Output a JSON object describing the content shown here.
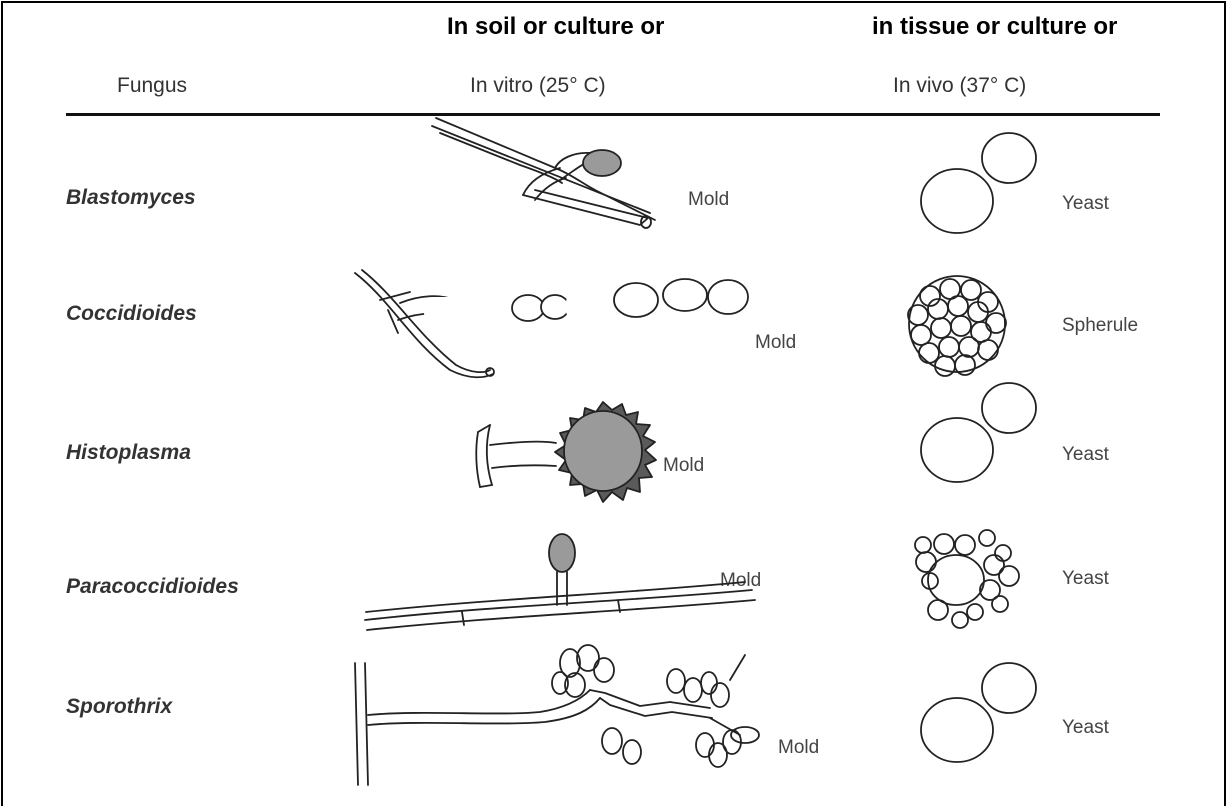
{
  "header": {
    "invitro_top": "In soil or culture or",
    "invivo_top": "in tissue or culture or",
    "col_fungus": "Fungus",
    "col_invitro": "In vitro (25° C)",
    "col_invivo": "In vivo (37° C)"
  },
  "rows": [
    {
      "fungus": "Blastomyces",
      "invitro_form": "Mold",
      "invivo_form": "Yeast"
    },
    {
      "fungus": "Coccidioides",
      "invitro_form": "Mold",
      "invivo_form": "Spherule"
    },
    {
      "fungus": "Histoplasma",
      "invitro_form": "Mold",
      "invivo_form": "Yeast"
    },
    {
      "fungus": "Paracoccidioides",
      "invitro_form": "Mold",
      "invivo_form": "Yeast"
    },
    {
      "fungus": "Sporothrix",
      "invitro_form": "Mold",
      "invivo_form": "Yeast"
    }
  ]
}
